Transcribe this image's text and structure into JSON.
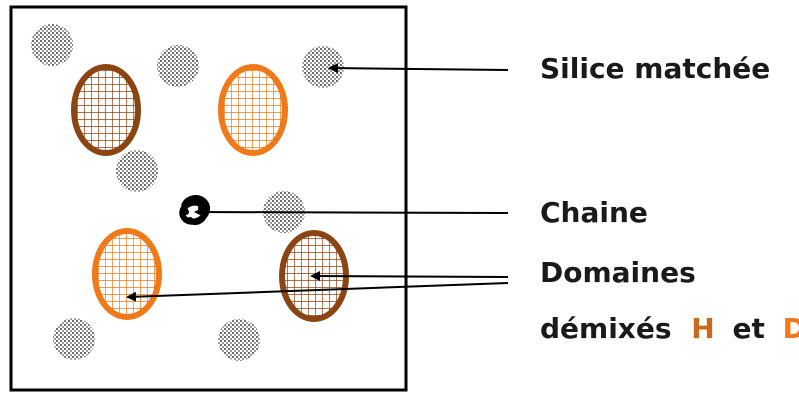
{
  "labels": {
    "silice": "Silice matchée",
    "chaine": "Chaine",
    "domaines_line1": "Domaines",
    "domaines_line2_prefix": "démixés",
    "domaines_h": "H",
    "domaines_and": "et",
    "domaines_d": "D"
  },
  "colors": {
    "frame": "#000000",
    "dark_domain": "#8b4513",
    "light_domain": "#f07a1a",
    "silica": "#888888",
    "chain": "#000000",
    "arrow": "#000000",
    "text": "#1a1a1a"
  },
  "icons": {
    "silica_particle": "silica-particle-icon",
    "chain": "polymer-chain-icon",
    "domain": "demixed-domain-icon"
  }
}
